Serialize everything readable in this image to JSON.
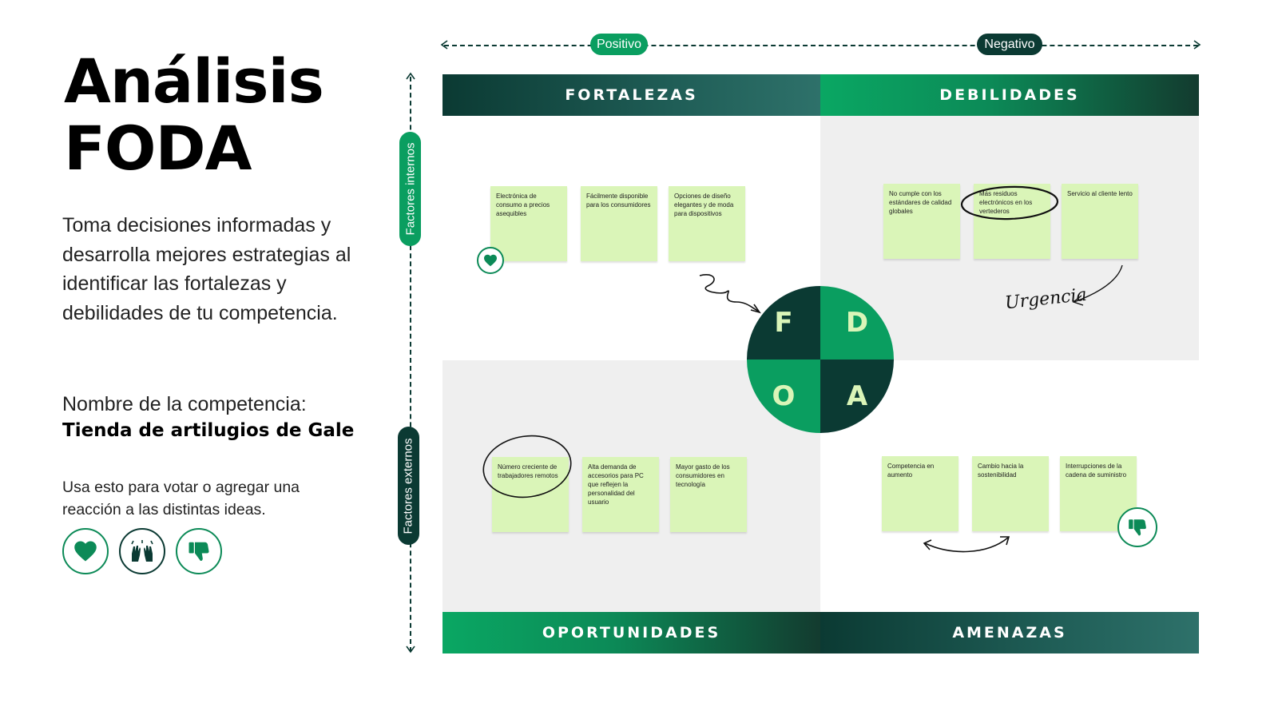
{
  "title": {
    "line1": "Análisis",
    "line2": "FODA"
  },
  "description": "Toma decisiones informadas y desarrolla mejores estrategias al identificar las fortalezas y debilidades de tu competencia.",
  "competition": {
    "label": "Nombre de la competencia:",
    "name": "Tienda de artilugios de Gale"
  },
  "vote_text": "Usa esto para votar o agregar una reacción a las distintas ideas.",
  "reactions": [
    {
      "icon": "heart-icon",
      "color": "#0c8a57"
    },
    {
      "icon": "raised-hands-icon",
      "color": "#0b3a33"
    },
    {
      "icon": "thumbs-down-icon",
      "color": "#0c8a57"
    }
  ],
  "axes": {
    "positive": "Positivo",
    "negative": "Negativo",
    "internal": "Factores internos",
    "external": "Factores externos"
  },
  "quadrants": {
    "strengths": {
      "title": "FORTALEZAS",
      "notes": [
        "Electrónica de consumo a precios asequibles",
        "Fácilmente disponible para los consumidores",
        "Opciones de diseño elegantes y de moda para dispositivos"
      ]
    },
    "weaknesses": {
      "title": "DEBILIDADES",
      "notes": [
        "No cumple con los estándares de calidad globales",
        "Más residuos electrónicos en los vertederos",
        "Servicio al cliente lento"
      ],
      "annotation": "Urgencia"
    },
    "opportunities": {
      "title": "OPORTUNIDADES",
      "notes": [
        "Número creciente de trabajadores remotos",
        "Alta demanda de accesorios para PC que reflejen la personalidad del usuario",
        "Mayor gasto de los consumidores en tecnología"
      ]
    },
    "threats": {
      "title": "AMENAZAS",
      "notes": [
        "Competencia en aumento",
        "Cambio hacia la sostenibilidad",
        "Interrupciones de la cadena de suministro"
      ]
    }
  },
  "foda": {
    "f": "F",
    "d": "D",
    "o": "O",
    "a": "A"
  },
  "colors": {
    "dark_green": "#0b3a33",
    "green": "#0a9e60",
    "note_green": "#daf5b8",
    "gray_bg": "#efefef"
  }
}
